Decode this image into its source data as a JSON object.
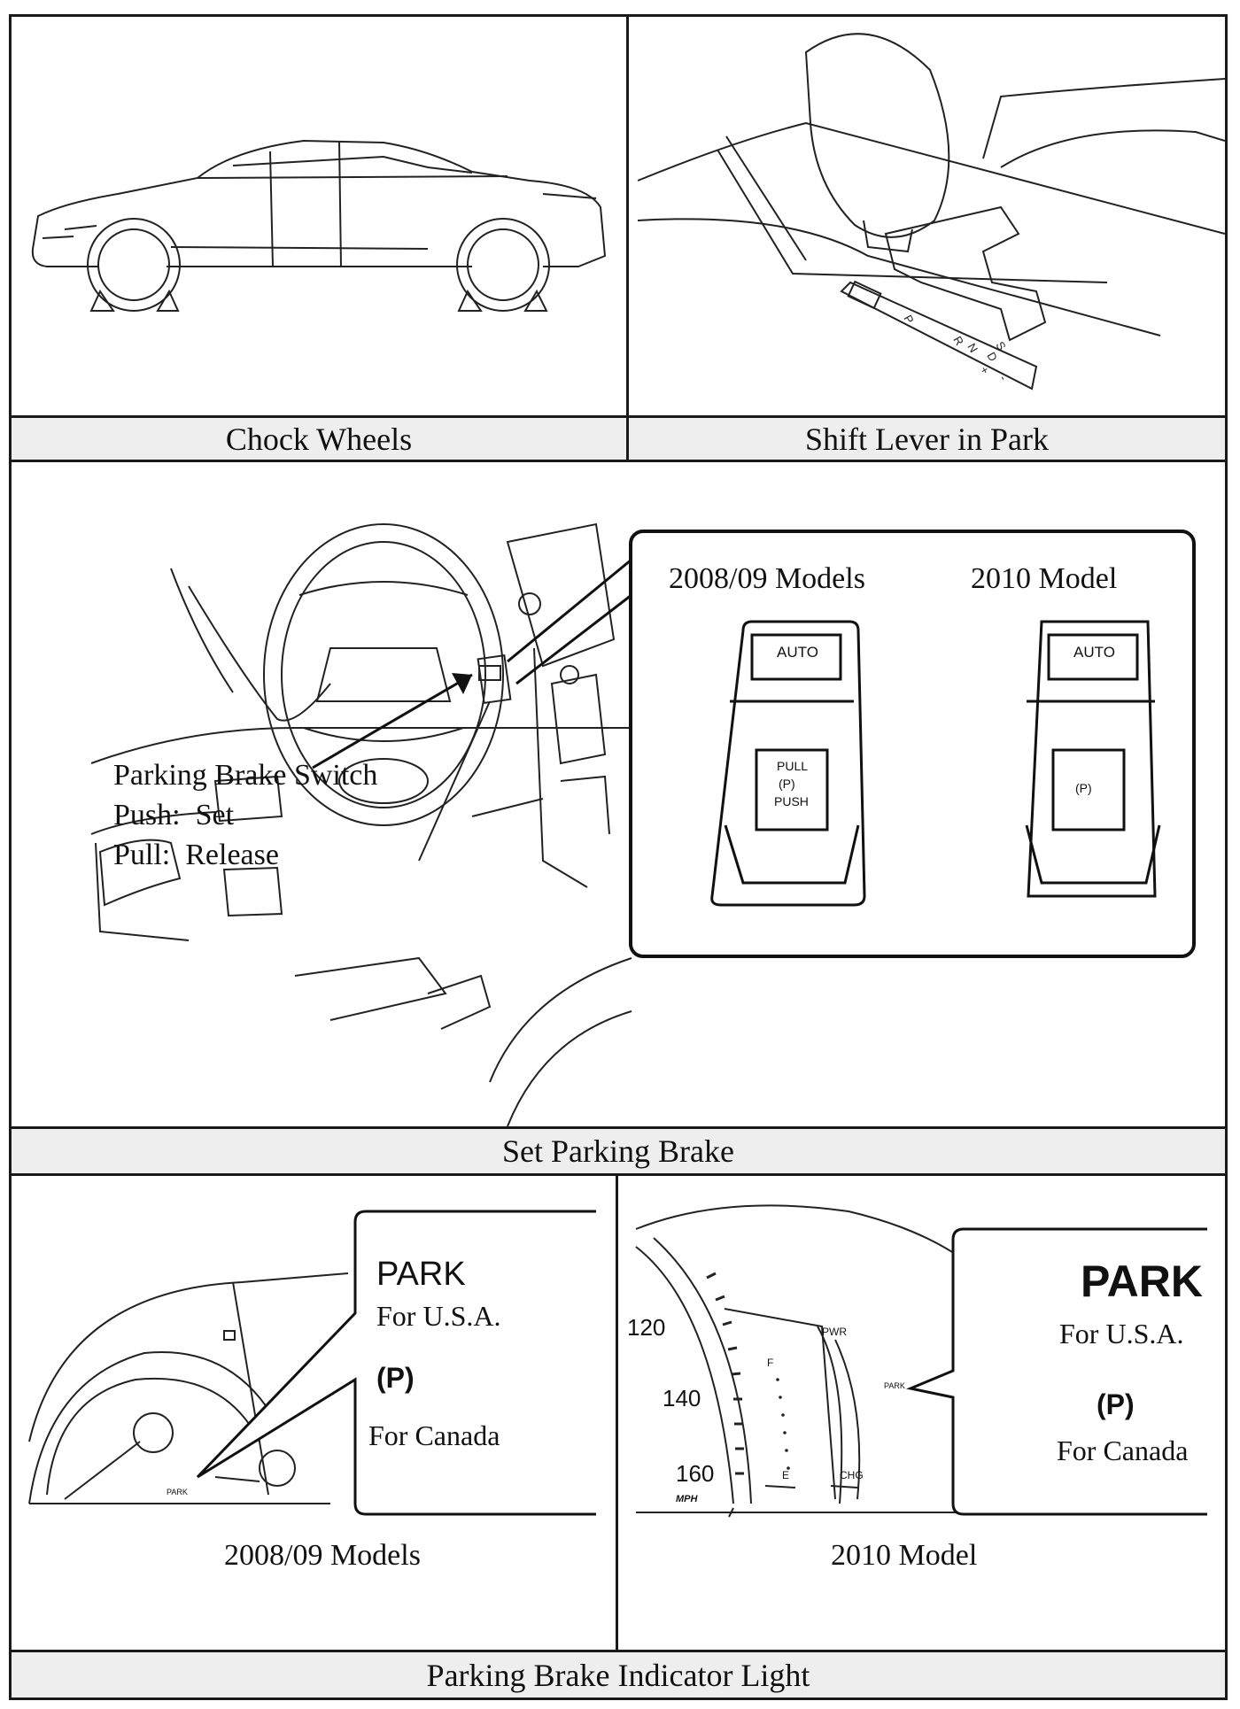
{
  "panels": {
    "chock": {
      "caption": "Chock Wheels"
    },
    "shift": {
      "caption": "Shift Lever in Park",
      "gate_letters": [
        "P",
        "R",
        "N",
        "D",
        "S",
        "+",
        "-"
      ]
    },
    "brake": {
      "caption": "Set Parking Brake",
      "switch_label": "Parking Brake Switch",
      "push_line": "Push:  Set",
      "pull_line": "Pull:  Release",
      "inset": {
        "left_title": "2008/09 Models",
        "right_title": "2010 Model",
        "auto_label": "AUTO",
        "pull_label": "PULL",
        "push_label": "PUSH",
        "p_symbol": "(P)"
      }
    },
    "indicator": {
      "caption": "Parking Brake Indicator Light",
      "left": {
        "subcaption": "2008/09 Models",
        "park_text": "PARK",
        "usa_text": "For U.S.A.",
        "canada_text": "For Canada",
        "p_symbol": "(P)",
        "gauge_park": "PARK"
      },
      "right": {
        "subcaption": "2010 Model",
        "park_text": "PARK",
        "usa_text": "For U.S.A.",
        "canada_text": "For Canada",
        "p_symbol": "(P)",
        "speeds": [
          "120",
          "140",
          "160"
        ],
        "mph": "MPH",
        "fuel_f": "F",
        "fuel_e": "E",
        "pwr": "PWR",
        "chg": "CHG",
        "gauge_park": "PARK"
      }
    }
  }
}
